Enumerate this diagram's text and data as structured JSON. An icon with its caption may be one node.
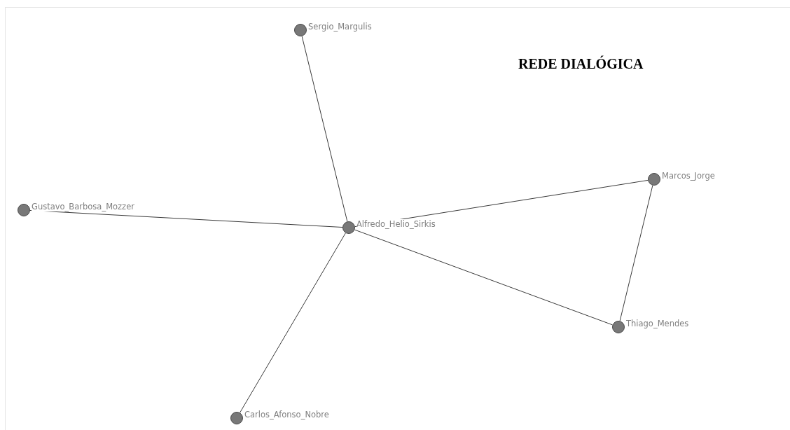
{
  "diagram": {
    "title": "REDE DIALÓGICA",
    "nodes": [
      {
        "text": [],
        "shape": "circle",
        "beside": [
          "Sergio_Margulis"
        ]
      },
      {
        "text": [],
        "shape": "circle",
        "beside": [
          "Gustavo_Barbosa_Mozzer"
        ]
      },
      {
        "text": [],
        "shape": "circle",
        "beside": [
          "Alfredo_Helio_Sirkis"
        ]
      },
      {
        "text": [],
        "shape": "circle",
        "beside": [
          "Marcos_Jorge"
        ]
      },
      {
        "text": [],
        "shape": "circle",
        "beside": [
          "Thiago_Mendes"
        ]
      },
      {
        "text": [],
        "shape": "circle",
        "beside": [
          "Carlos_Afonso_Nobre"
        ]
      }
    ],
    "edges": [
      {
        "from": 0,
        "to": 2,
        "arrow": "none"
      },
      {
        "from": 1,
        "to": 2,
        "arrow": "none"
      },
      {
        "from": 2,
        "to": 3,
        "arrow": "none"
      },
      {
        "from": 2,
        "to": 4,
        "arrow": "none"
      },
      {
        "from": 2,
        "to": 5,
        "arrow": "none"
      },
      {
        "from": 3,
        "to": 4,
        "arrow": "none"
      }
    ]
  }
}
